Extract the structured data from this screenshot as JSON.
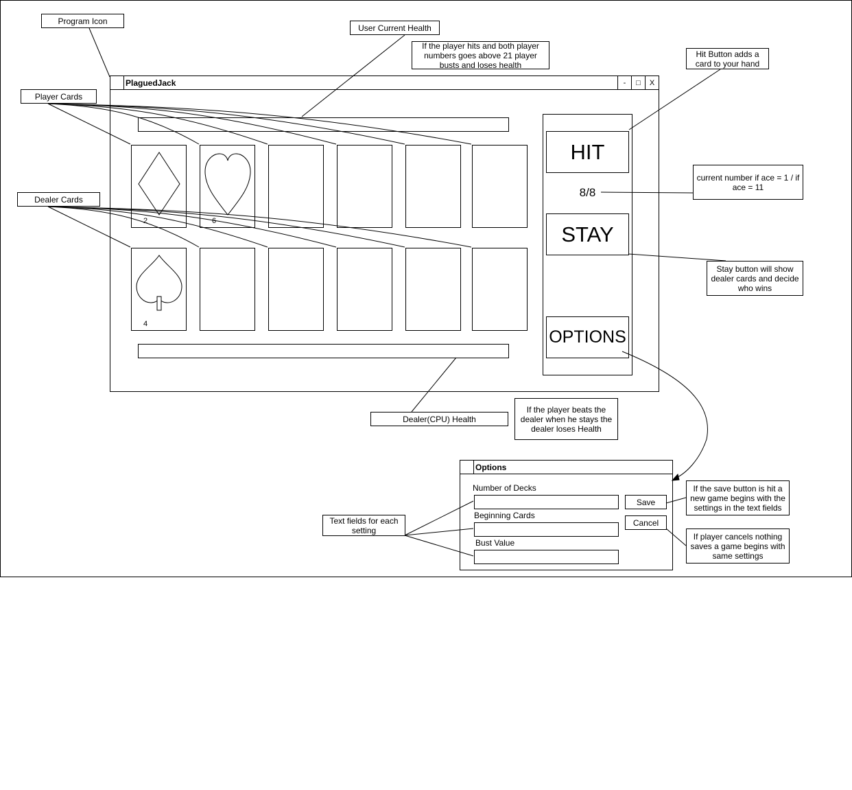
{
  "app": {
    "title": "PlaguedJack",
    "minimize": "-",
    "maximize": "□",
    "close": "X"
  },
  "player": {
    "cards": [
      "2",
      "6"
    ]
  },
  "dealer": {
    "cards": [
      "4"
    ]
  },
  "side_panel": {
    "hit_label": "HIT",
    "count": "8/8",
    "stay_label": "STAY",
    "options_label": "OPTIONS"
  },
  "options_dialog": {
    "title": "Options",
    "fields": [
      {
        "label": "Number of Decks",
        "value": ""
      },
      {
        "label": "Beginning Cards",
        "value": ""
      },
      {
        "label": "Bust Value",
        "value": ""
      }
    ],
    "save_label": "Save",
    "cancel_label": "Cancel"
  },
  "annotations": {
    "program_icon": "Program Icon",
    "user_health": "User Current Health",
    "bust_rule": "If the player hits and both player numbers goes above 21 player busts and loses health",
    "hit_note": "Hit Button adds a card to your hand",
    "player_cards": "Player Cards",
    "dealer_cards": "Dealer Cards",
    "ace_note": "current number if ace = 1 / if ace = 11",
    "stay_note": "Stay button will show dealer cards and decide who wins",
    "dealer_health": "Dealer(CPU) Health",
    "dealer_rule": "If the player beats the dealer when he stays the dealer loses Health",
    "save_note": "If the save button is hit a new game begins with the settings in the text fields",
    "cancel_note": "If player cancels nothing saves a game begins with same settings",
    "text_fields_note": "Text fields for each setting"
  }
}
